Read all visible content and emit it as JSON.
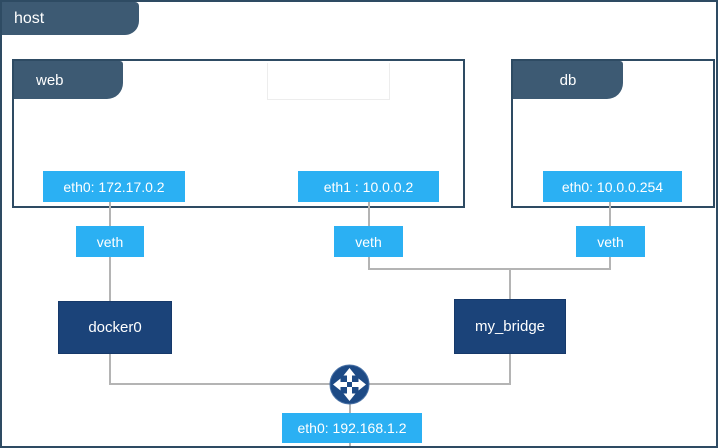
{
  "host": {
    "label": "host",
    "interface": {
      "label": "eth0: 192.168.1.2"
    }
  },
  "containers": {
    "web": {
      "label": "web",
      "interfaces": [
        {
          "label": "eth0: 172.17.0.2"
        },
        {
          "label": "eth1 : 10.0.0.2"
        }
      ]
    },
    "db": {
      "label": "db",
      "interfaces": [
        {
          "label": "eth0: 10.0.0.254"
        }
      ]
    }
  },
  "veths": {
    "web_eth0": "veth",
    "web_eth1": "veth",
    "db_eth0": "veth"
  },
  "bridges": {
    "docker0": {
      "label": "docker0"
    },
    "my_bridge": {
      "label": "my_bridge"
    }
  },
  "icons": {
    "router": "router-icon"
  },
  "colors": {
    "tab_slate": "#3d5a73",
    "box_border": "#2e4b63",
    "interface_blue": "#2bb0f3",
    "bridge_navy": "#1b4379",
    "router_navy": "#1d4a85",
    "connector_gray": "#b4b4b4",
    "background": "#ffffff"
  }
}
